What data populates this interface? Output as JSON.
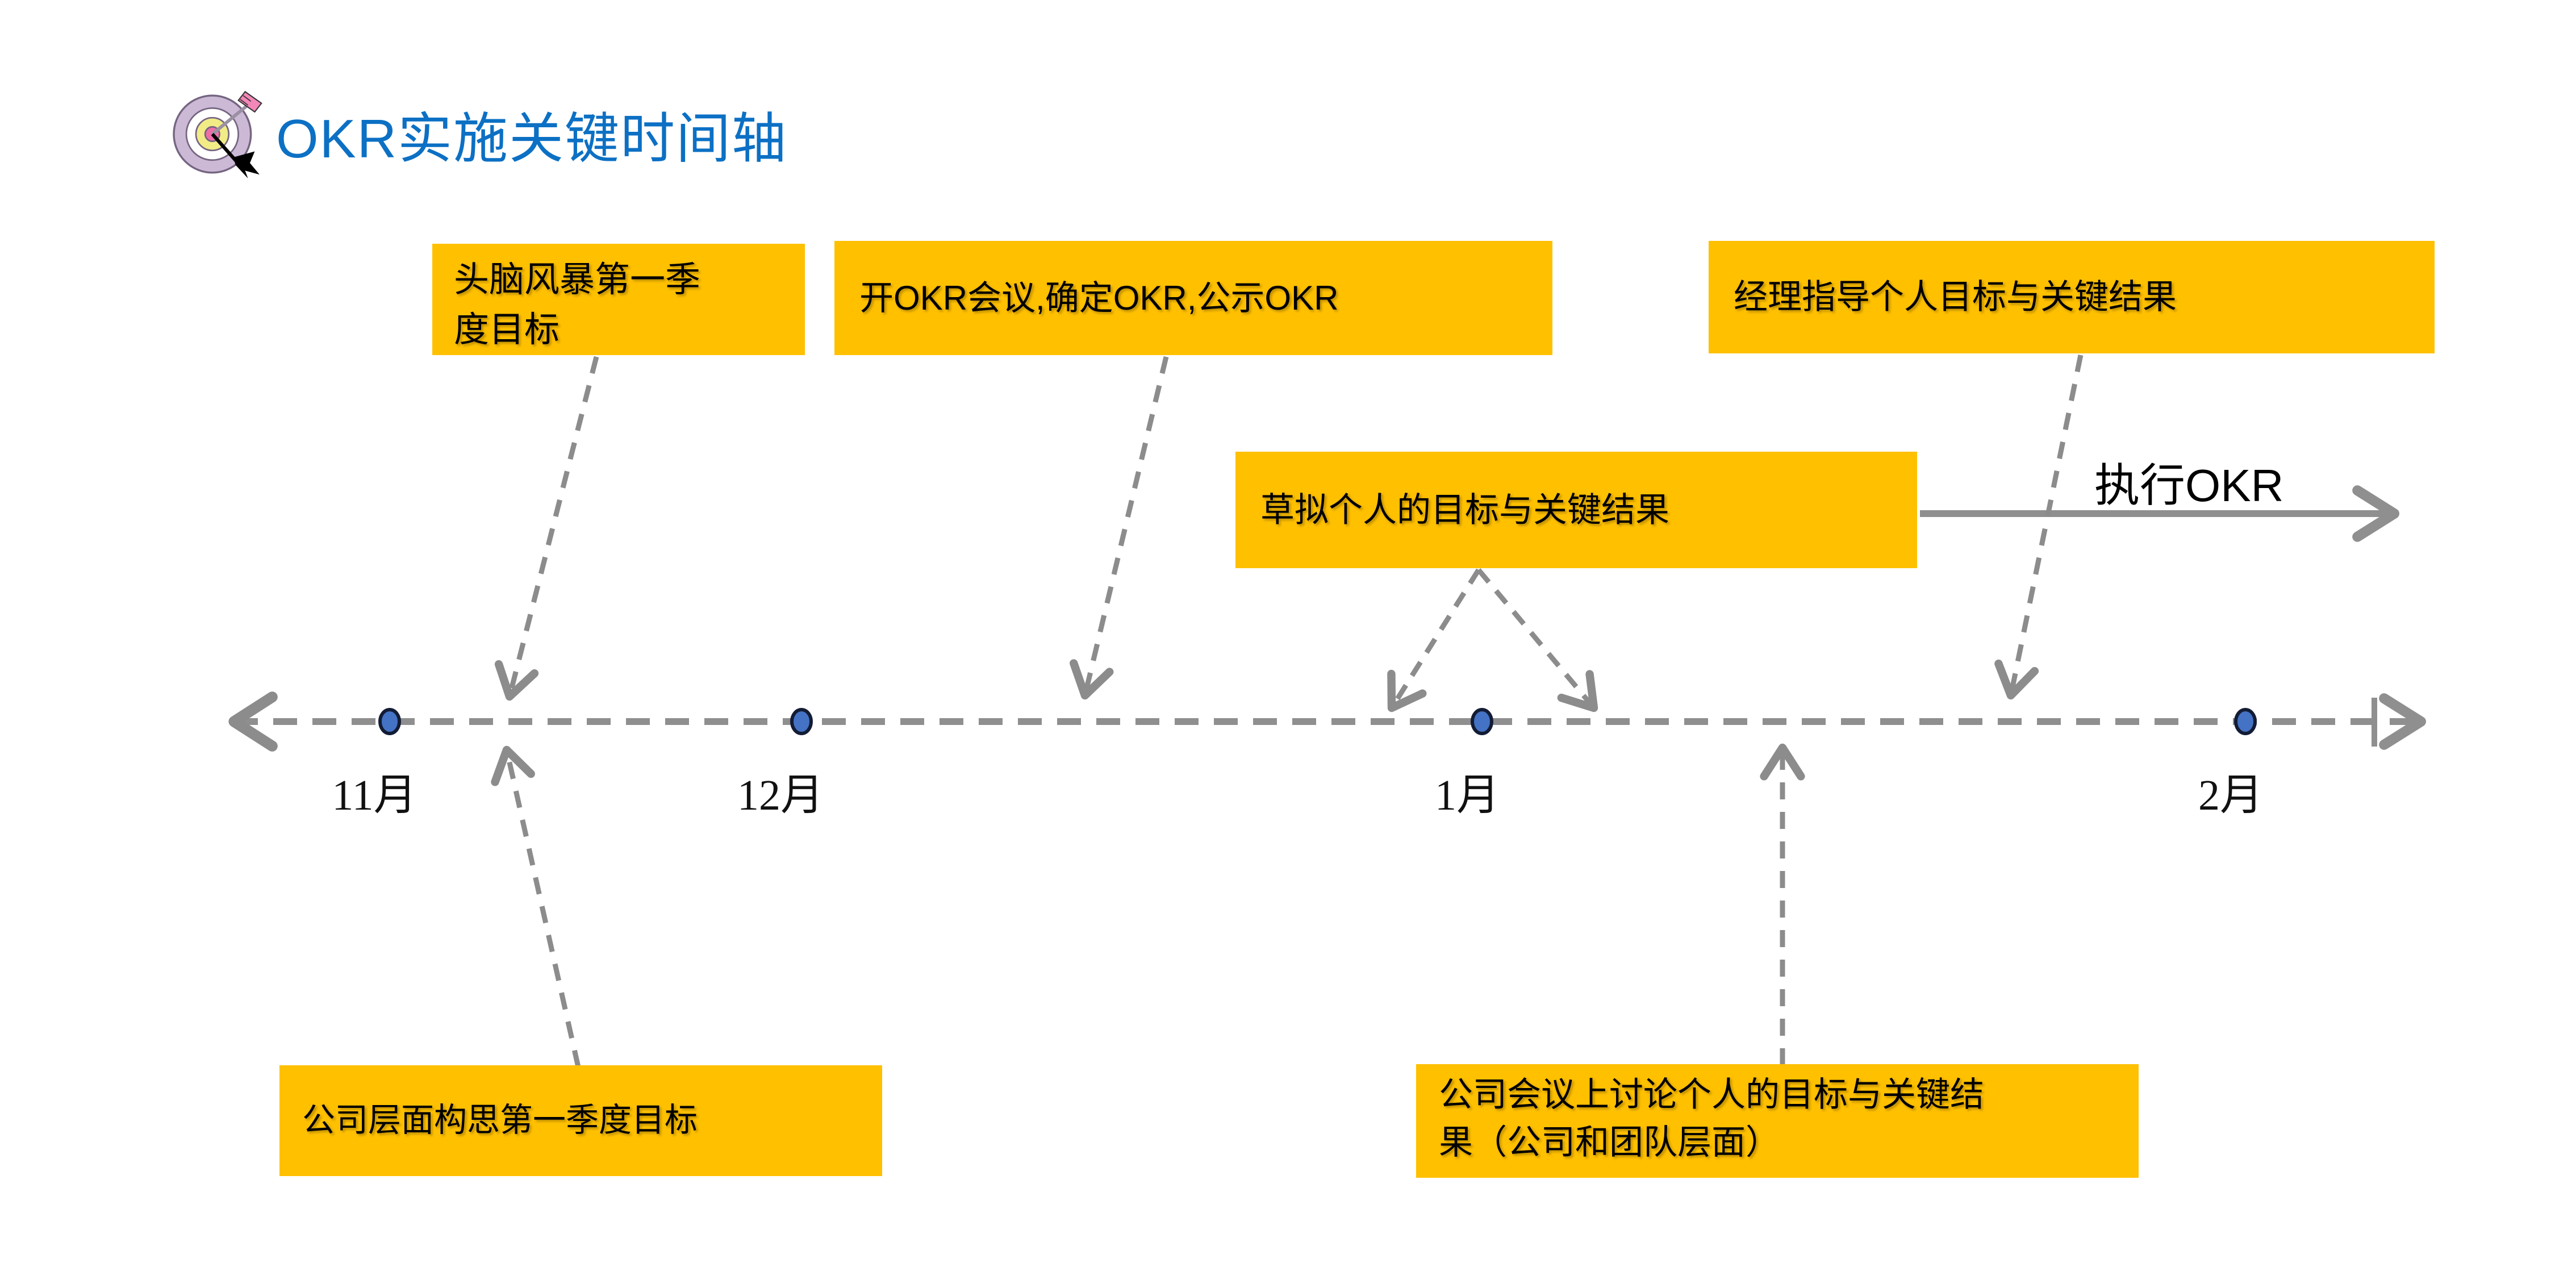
{
  "header": {
    "icon": "dartboard-target-icon",
    "title": "OKR实施关键时间轴",
    "title_color": "#0c70c4"
  },
  "colors": {
    "event_box_bg": "#ffc000",
    "event_text": "#000000",
    "timeline_gray": "#8f8f8f",
    "connector_gray": "#8c8c8c",
    "dot_fill": "#4472c4",
    "dot_border": "#131c35"
  },
  "timeline": {
    "months": [
      {
        "label": "11月"
      },
      {
        "label": "12月"
      },
      {
        "label": "1月"
      },
      {
        "label": "2月"
      }
    ],
    "execute_label": "执行OKR"
  },
  "events": [
    {
      "label": "头脑风暴第一季度目标"
    },
    {
      "label": "开OKR会议,确定OKR,公示OKR"
    },
    {
      "label": "经理指导个人目标与关键结果"
    },
    {
      "label": "草拟个人的目标与关键结果"
    },
    {
      "label": "公司层面构思第一季度目标"
    },
    {
      "label": "公司会议上讨论个人的目标与关键结果（公司和团队层面）"
    }
  ]
}
